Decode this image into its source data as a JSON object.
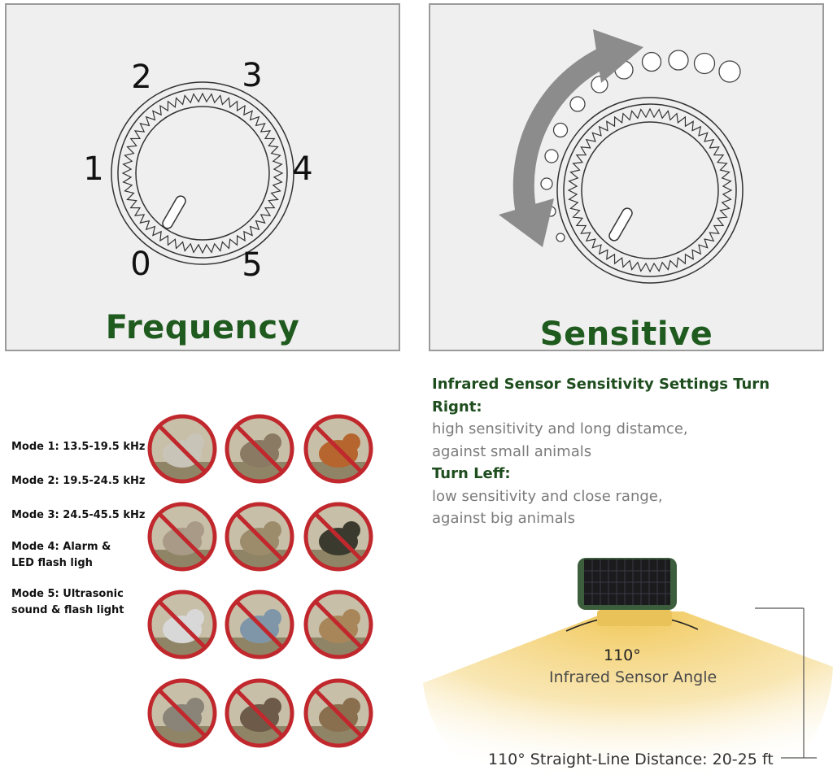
{
  "frequency": {
    "title": "Frequency",
    "dial_numbers": [
      "0",
      "1",
      "2",
      "3",
      "4",
      "5"
    ]
  },
  "sensitive": {
    "title": "Sensitive"
  },
  "sensitivity_info": {
    "heading_right": "Infrared Sensor Sensitivity Settings Turn Rignt:",
    "right_line1": "high sensitivity and long distamce,",
    "right_line2": "against small animals",
    "heading_left": "Turn Leff:",
    "left_line1": "low sensitivity and close range,",
    "left_line2": "against big animals"
  },
  "modes": [
    {
      "line1": "Mode 1: 13.5-19.5 kHz",
      "line2": ""
    },
    {
      "line1": "Mode 2: 19.5-24.5 kHz",
      "line2": ""
    },
    {
      "line1": "Mode 3: 24.5-45.5 kHz",
      "line2": ""
    },
    {
      "line1": "Mode 4: Alarm &",
      "line2": "LED flash ligh"
    },
    {
      "line1": "Mode 5: Ultrasonic",
      "line2": "sound & flash light"
    }
  ],
  "animals": [
    {
      "name": "dog",
      "color": "#c9c4b8"
    },
    {
      "name": "rat",
      "color": "#8a7a63"
    },
    {
      "name": "fox",
      "color": "#b5652d"
    },
    {
      "name": "cat",
      "color": "#a89a86"
    },
    {
      "name": "badger",
      "color": "#9c8c6c"
    },
    {
      "name": "skunk",
      "color": "#3a3a2e"
    },
    {
      "name": "goose",
      "color": "#d8d8d8"
    },
    {
      "name": "gull",
      "color": "#7f96a8"
    },
    {
      "name": "gopher",
      "color": "#a8865a"
    },
    {
      "name": "raccoon",
      "color": "#8a8478"
    },
    {
      "name": "boar",
      "color": "#6d5a48"
    },
    {
      "name": "weasel",
      "color": "#8a6f4f"
    }
  ],
  "sensor": {
    "angle": "110°",
    "angle_label": "Infrared Sensor Angle",
    "distance": "110°  Straight-Line Distance: 20-25 ft"
  },
  "colors": {
    "title_green": "#1f5a1f",
    "heading_green": "#1e4d1e",
    "body_gray": "#7b7b7b",
    "prohibit_red": "#c0282d",
    "beam_yellow": "#f3d27a"
  }
}
